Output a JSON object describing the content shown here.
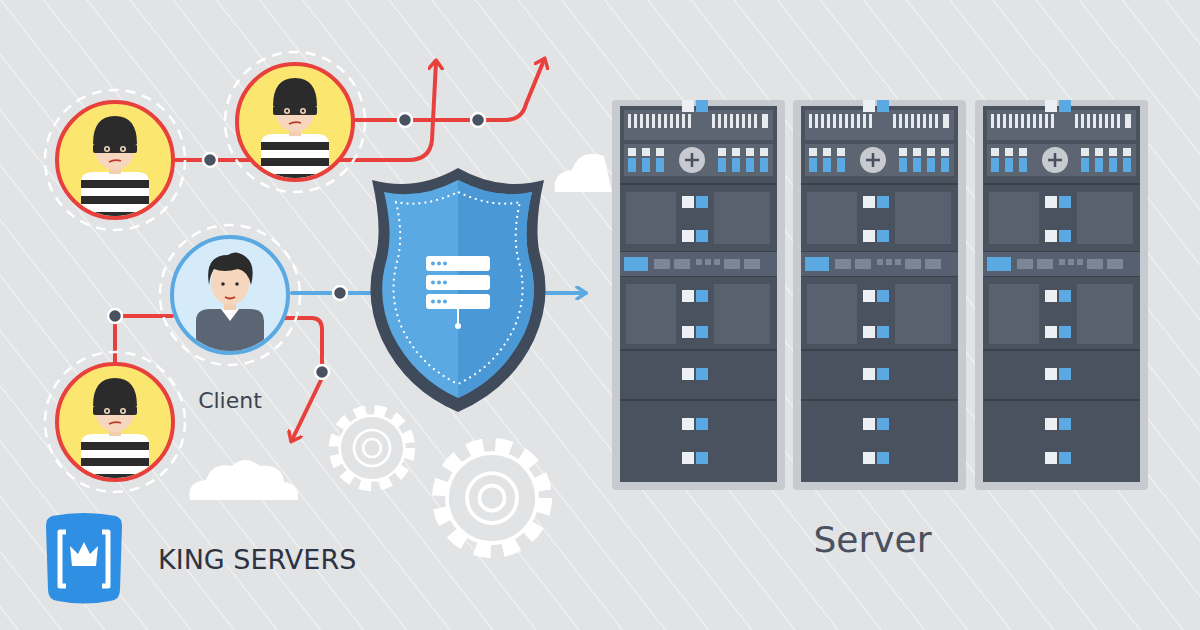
{
  "diagram": {
    "nodes": [
      {
        "text": [
          "Client"
        ]
      },
      {
        "text": [
          "Server"
        ]
      }
    ],
    "edges": [
      {
        "from": 0,
        "to": 1,
        "arrow": "to"
      }
    ],
    "labels": [
      "KING SERVERS"
    ]
  }
}
